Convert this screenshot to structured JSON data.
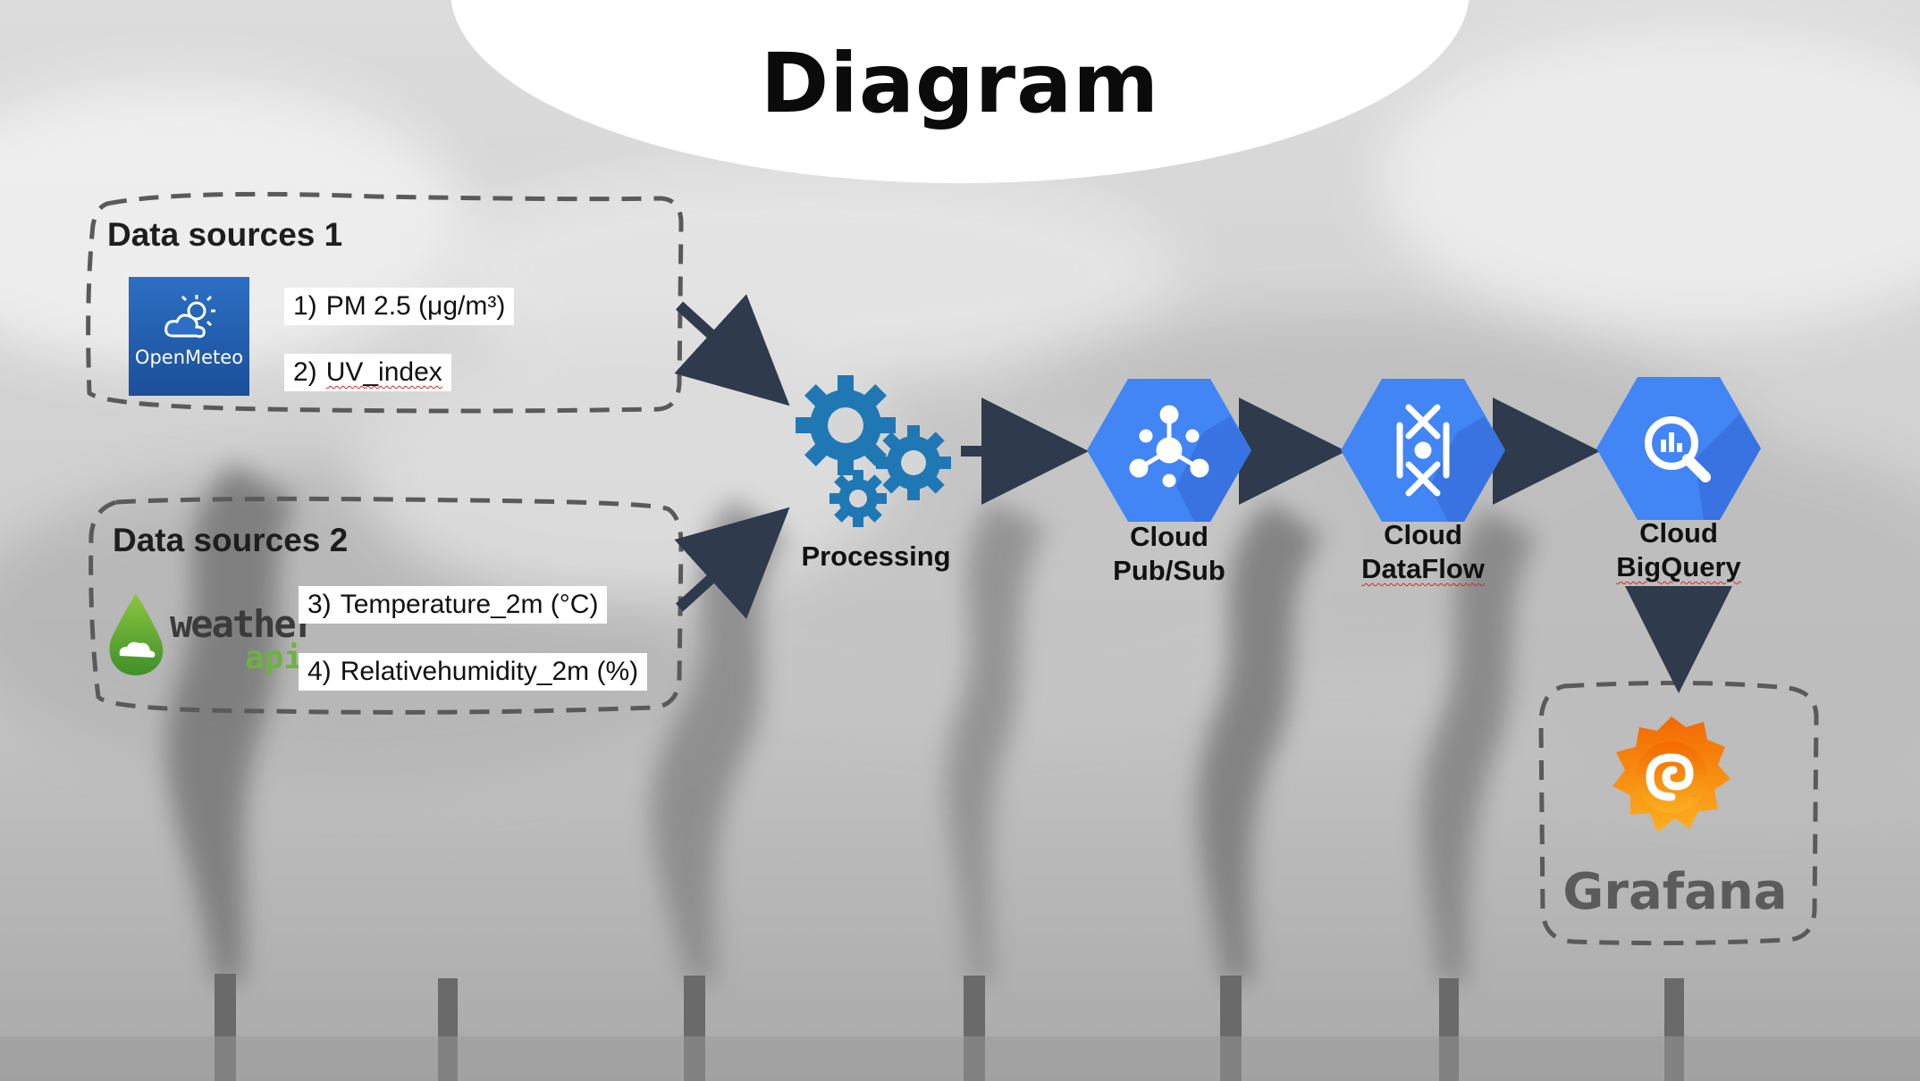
{
  "title": "Diagram",
  "source1": {
    "title": "Data sources 1",
    "logo_text": "OpenMeteo",
    "items": [
      {
        "num": "1)",
        "text": "PM 2.5  (μg/m³)"
      },
      {
        "num": "2)",
        "text": "UV_index"
      }
    ]
  },
  "source2": {
    "title": "Data sources 2",
    "logo_word1": "weather",
    "logo_word2": "api",
    "items": [
      {
        "num": "3)",
        "text": "Temperature_2m (°C)"
      },
      {
        "num": "4)",
        "text": "Relativehumidity_2m (%)"
      }
    ]
  },
  "nodes": {
    "processing": "Processing",
    "pubsub": {
      "line1": "Cloud",
      "line2": "Pub/Sub"
    },
    "dataflow": {
      "line1": "Cloud",
      "line2": "DataFlow"
    },
    "bigquery": {
      "line1": "Cloud",
      "line2": "BigQuery"
    },
    "grafana": "Grafana"
  },
  "colors": {
    "gcp_blue": "#4285F4",
    "gear_blue": "#1f78b4",
    "arrow": "#2f3a4c",
    "grafana_orange": "#F46800",
    "grafana_yellow": "#FBB021",
    "grafana_text": "#5b5b5b",
    "weatherapi_green": "#6cb33f",
    "openmeteo_blue": "#1f5fb0"
  }
}
